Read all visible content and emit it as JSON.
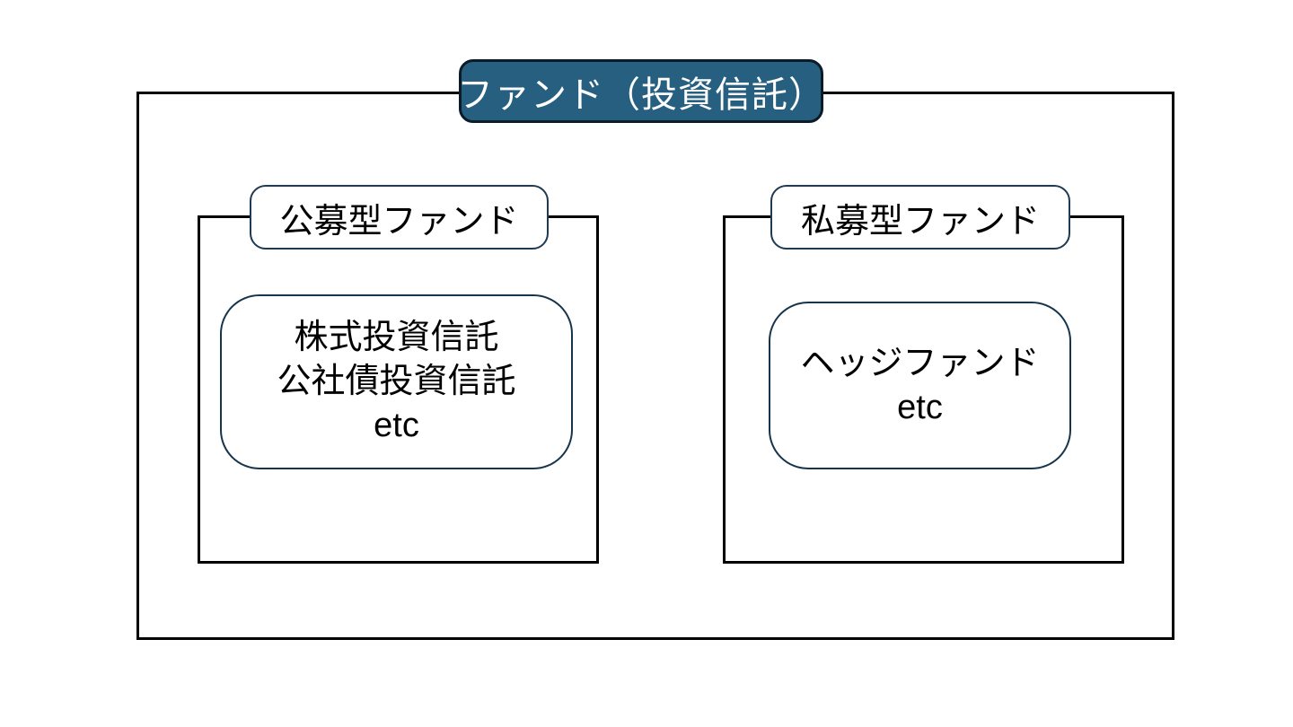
{
  "diagram": {
    "title": "ファンド（投資信託）",
    "groups": [
      {
        "label": "公募型ファンド",
        "items": [
          "株式投資信託",
          "公社債投資信託",
          "etc"
        ]
      },
      {
        "label": "私募型ファンド",
        "items": [
          "ヘッジファンド",
          "etc"
        ]
      }
    ],
    "colors": {
      "title_badge_fill": "#275F80",
      "title_badge_text": "#FFFFFF",
      "box_outline": "#000000",
      "rounded_outline": "#1F3A52",
      "background": "#FFFFFF"
    }
  }
}
